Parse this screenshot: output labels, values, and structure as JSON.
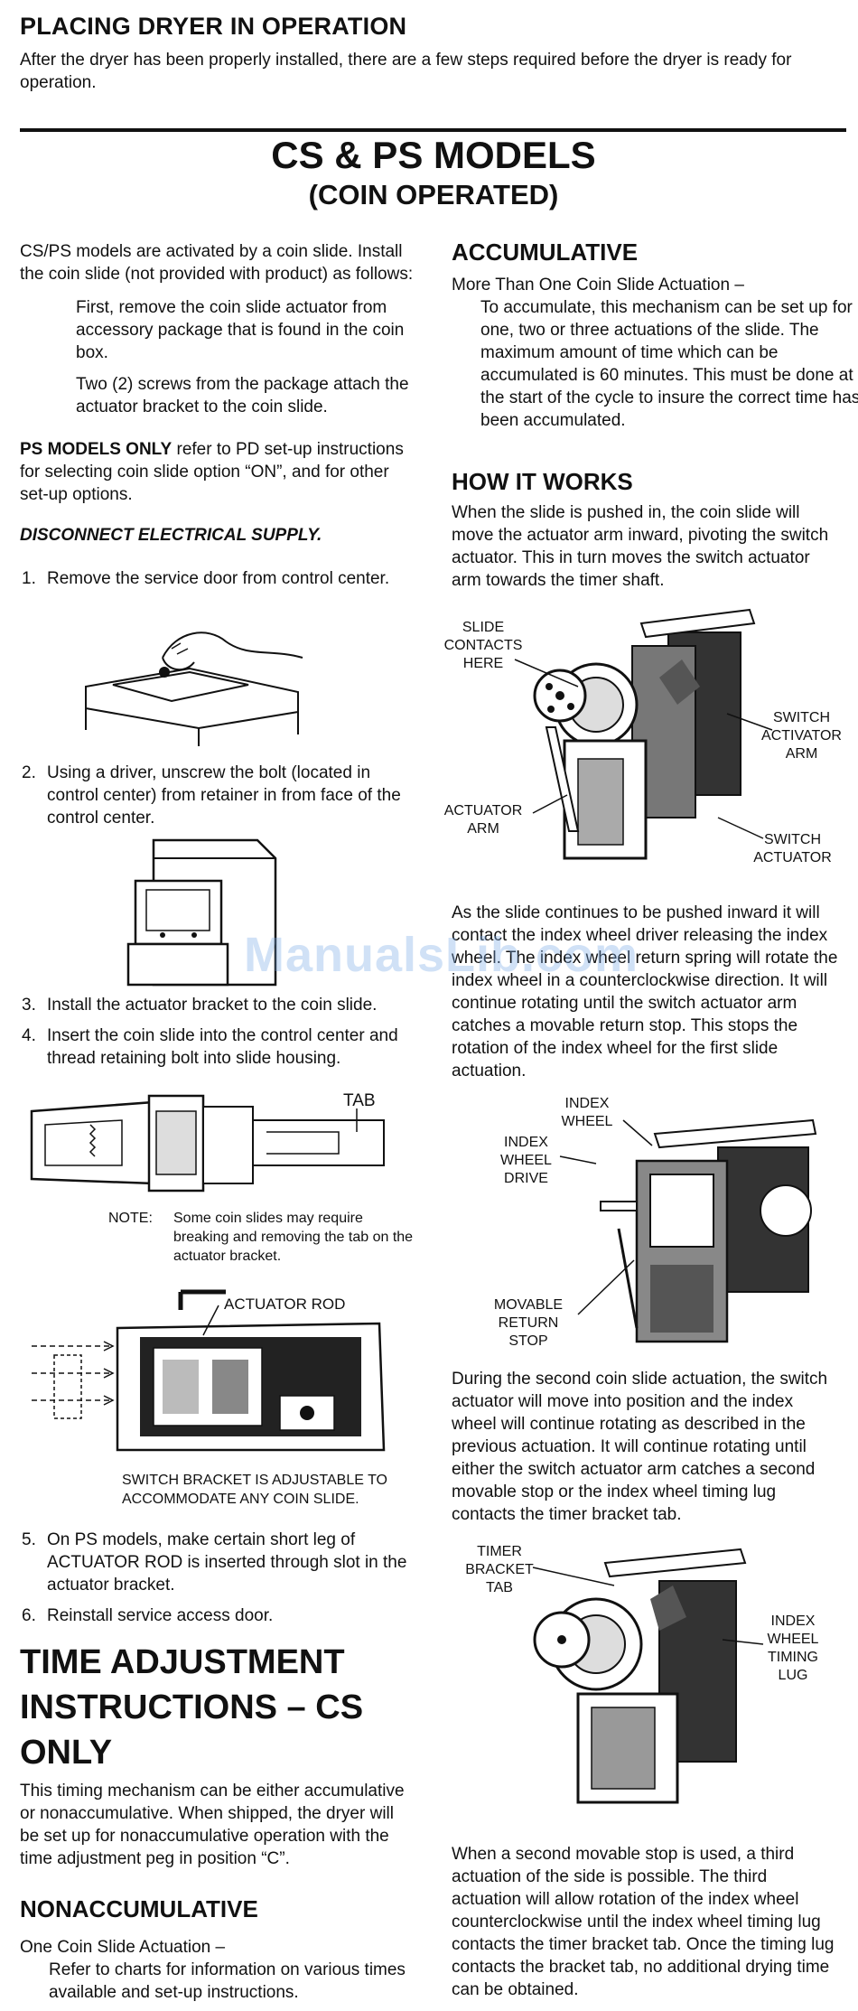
{
  "header": {
    "title": "PLACING DRYER IN OPERATION",
    "intro": "After the dryer has been properly installed, there are a few steps required before the dryer is ready for operation."
  },
  "section": {
    "title": "CS & PS MODELS",
    "subtitle": "(COIN OPERATED)"
  },
  "left": {
    "para1": "CS/PS models are activated by a coin slide. Install the coin slide (not provided with product) as follows:",
    "para2": "First, remove the coin slide actuator from accessory package that is found in the coin box.",
    "para3": "Two (2) screws from the package attach the actuator bracket to the coin slide.",
    "ps_bold": "PS MODELS ONLY",
    "ps_rest": " refer to PD set-up instructions for selecting coin slide option “ON”, and for other set-up options.",
    "disconnect": "DISCONNECT ELECTRICAL SUPPLY.",
    "steps": [
      {
        "num": "1.",
        "text": "Remove the service door from control center."
      },
      {
        "num": "2.",
        "text": "Using a driver, unscrew the bolt (located in control center) from retainer in from face of the control center."
      },
      {
        "num": "3.",
        "text": "Install the actuator bracket to the coin slide."
      },
      {
        "num": "4.",
        "text": "Insert the coin slide into the control center and thread retaining bolt into slide housing."
      },
      {
        "num": "5.",
        "text": "On PS models, make certain short leg of ACTUATOR ROD is inserted through slot in the actuator bracket."
      },
      {
        "num": "6.",
        "text": "Reinstall service access door."
      }
    ],
    "tab_label": "TAB",
    "note_label": "NOTE:",
    "note_text": "Some coin slides may require breaking and removing the tab on the actuator bracket.",
    "actuator_rod_label": "ACTUATOR ROD",
    "switch_bracket_label": "SWITCH BRACKET IS ADJUSTABLE TO ACCOMMODATE ANY COIN SLIDE.",
    "time_title": "TIME ADJUSTMENT INSTRUCTIONS – CS ONLY",
    "time_text": "This timing mechanism can be either accumulative or nonaccumulative. When shipped, the dryer will be set up for nonaccumulative operation with the time adjustment peg in position “C”.",
    "nonacc_title": "NONACCUMULATIVE",
    "nonacc_sub": "One Coin Slide Actuation –",
    "nonacc_text": "Refer to charts for information on various times available and set-up instructions."
  },
  "right": {
    "acc_title": "ACCUMULATIVE",
    "acc_sub": "More Than One Coin Slide Actuation –",
    "acc_text": "To accumulate, this mechanism can be set up for one, two or three actuations of the slide. The maximum amount of time which can be accumulated is 60 minutes. This must be done at the start of the cycle to insure the correct time has been accumulated.",
    "how_title": "HOW IT WORKS",
    "how_text": "When the slide is pushed in, the coin slide will move the actuator arm inward, pivoting the switch actuator. This in turn moves the switch actuator arm towards the timer shaft.",
    "fig1_labels": {
      "slide_contacts": "SLIDE CONTACTS HERE",
      "switch_activator_arm": "SWITCH ACTIVATOR ARM",
      "actuator_arm": "ACTUATOR ARM",
      "switch_actuator": "SWITCH ACTUATOR"
    },
    "para_slide": "As the slide continues to be pushed inward it will contact the index wheel driver releasing the index wheel. The index wheel return spring will rotate the index wheel in a counterclockwise direction. It will continue rotating until the switch actuator arm catches a movable return stop. This stops the rotation of the index wheel for the first slide actuation.",
    "fig2_labels": {
      "index_wheel": "INDEX WHEEL",
      "index_wheel_drive": "INDEX WHEEL DRIVE",
      "movable_return_stop": "MOVABLE RETURN STOP"
    },
    "para_second": "During the second coin slide actuation, the switch actuator will move into position and the index wheel will continue rotating as described in the previous actuation. It will continue rotating until either the switch actuator arm catches a second movable stop or the index wheel timing lug contacts the timer bracket tab.",
    "fig3_labels": {
      "timer_bracket_tab": "TIMER BRACKET TAB",
      "index_wheel_timing_lug": "INDEX WHEEL TIMING LUG"
    },
    "para_third": "When a second movable stop is used, a third actuation of the side is possible. The third actuation will allow rotation of the index wheel counterclockwise until the index wheel timing lug contacts the timer bracket tab. Once the timing lug contacts the bracket tab, no additional drying time can be obtained."
  },
  "watermark": "ManualsLib.com"
}
